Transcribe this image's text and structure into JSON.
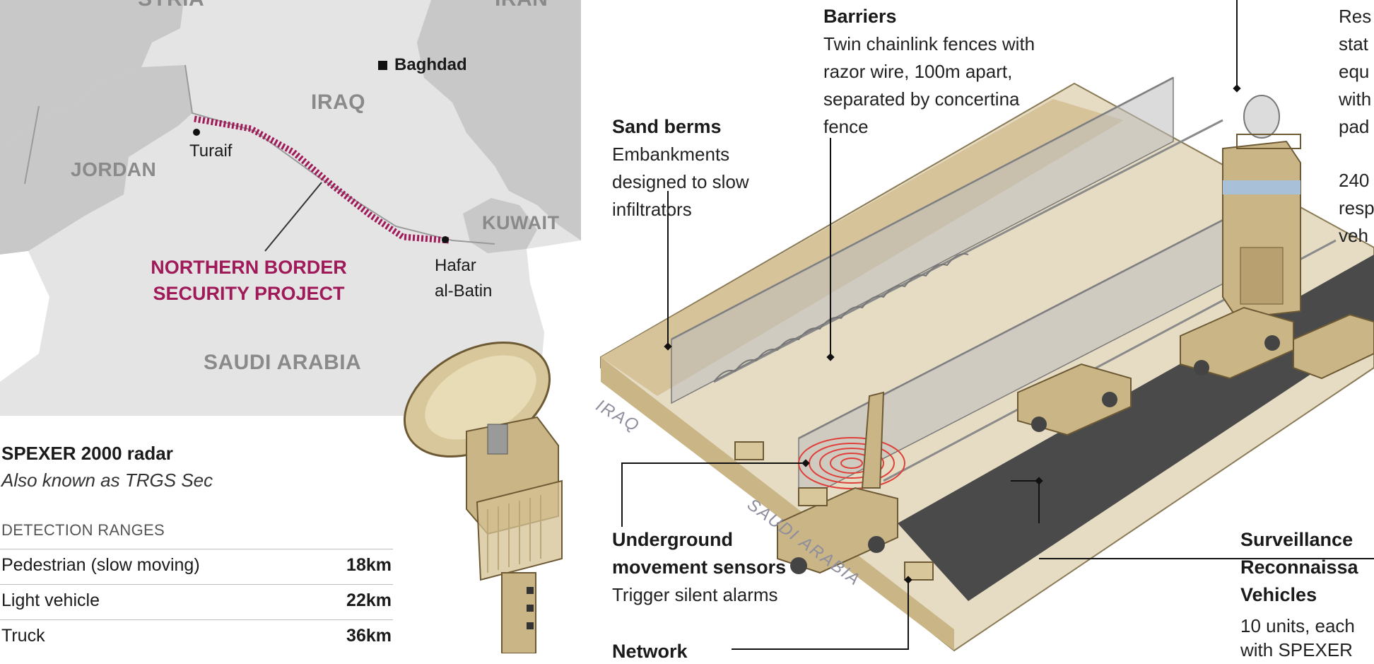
{
  "map": {
    "countries": {
      "syria": "SYRIA",
      "iran": "IRAN",
      "iraq": "IRAQ",
      "jordan": "JORDAN",
      "kuwait": "KUWAIT",
      "saudi_arabia": "SAUDI ARABIA"
    },
    "cities": {
      "baghdad": "Baghdad",
      "turaif": "Turaif",
      "hafar_line1": "Hafar",
      "hafar_line2": "al-Batin"
    },
    "project_label": "NORTHERN BORDER SECURITY PROJECT",
    "colors": {
      "land": "#e4e4e4",
      "neighbour_land": "#c8c8c8",
      "water": "#ffffff",
      "project_route": "#a01a5a"
    }
  },
  "radar": {
    "title": "SPEXER 2000 radar",
    "subtitle": "Also known as TRGS Sec",
    "ranges_heading": "DETECTION RANGES",
    "ranges": [
      {
        "label": "Pedestrian (slow moving)",
        "value": "18km"
      },
      {
        "label": "Light vehicle",
        "value": "22km"
      },
      {
        "label": "Truck",
        "value": "36km"
      }
    ]
  },
  "diagram": {
    "ground_labels": {
      "iraq": "IRAQ",
      "saudi": "SAUDI ARABIA"
    },
    "callouts": {
      "barriers": {
        "heading": "Barriers",
        "body": "Twin chainlink fences with razor wire, 100m apart, separated by concertina fence"
      },
      "sand_berms": {
        "heading": "Sand berms",
        "body": "Embankments designed to slow infiltrators"
      },
      "sensors": {
        "heading_line1": "Underground",
        "heading_line2": "movement sensors",
        "body": "Trigger silent alarms"
      },
      "network": {
        "heading": "Network"
      },
      "surveillance": {
        "heading_line1": "Surveillance",
        "heading_line2": "Reconnaissa",
        "heading_line3": "Vehicles",
        "body_line1": "10 units, each",
        "body_line2": "with SPEXER"
      },
      "response": {
        "line1": "Res",
        "line2": "stat",
        "line3": "equ",
        "line4": "with",
        "line5": "pad",
        "line6": "240",
        "line7": "resp",
        "line8": "veh"
      }
    },
    "colors": {
      "ground": "#e6dcc4",
      "sand": "#d6c39a",
      "road": "#4a4a4a",
      "structure": "#c9b585",
      "sensor_rings": "#e0403a"
    }
  }
}
